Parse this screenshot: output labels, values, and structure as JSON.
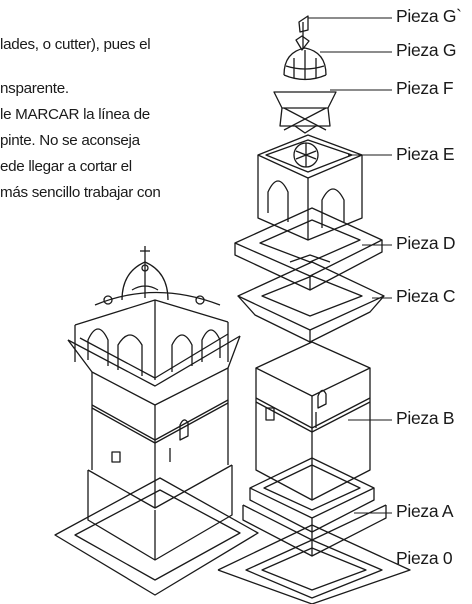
{
  "instructions": {
    "lines": [
      "lades, o cutter), pues el",
      "",
      "nsparente.",
      "le MARCAR la línea de",
      " pinte. No se aconseja",
      "ede llegar a cortar el",
      "más sencillo trabajar con"
    ]
  },
  "pieces": [
    {
      "id": "g-prime",
      "label": "Pieza G`"
    },
    {
      "id": "g",
      "label": "Pieza G"
    },
    {
      "id": "f",
      "label": "Pieza F"
    },
    {
      "id": "e",
      "label": "Pieza E"
    },
    {
      "id": "d",
      "label": "Pieza D"
    },
    {
      "id": "c",
      "label": "Pieza C"
    },
    {
      "id": "b",
      "label": "Pieza B"
    },
    {
      "id": "a",
      "label": "Pieza A"
    },
    {
      "id": "zero",
      "label": "Pieza 0"
    }
  ]
}
